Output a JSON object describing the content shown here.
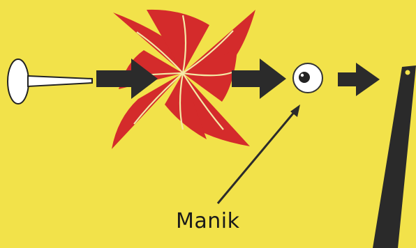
{
  "diagram": {
    "label": "Manik",
    "parts": [
      "pin",
      "pinwheel",
      "bead",
      "stick"
    ],
    "colors": {
      "background": "#f2e24a",
      "pinwheel": "#d42b2b",
      "pinwheel_lines": "#f4e9a6",
      "arrow": "#2b2b2b",
      "pin": "#ffffff",
      "stick": "#2a2a2a"
    }
  }
}
